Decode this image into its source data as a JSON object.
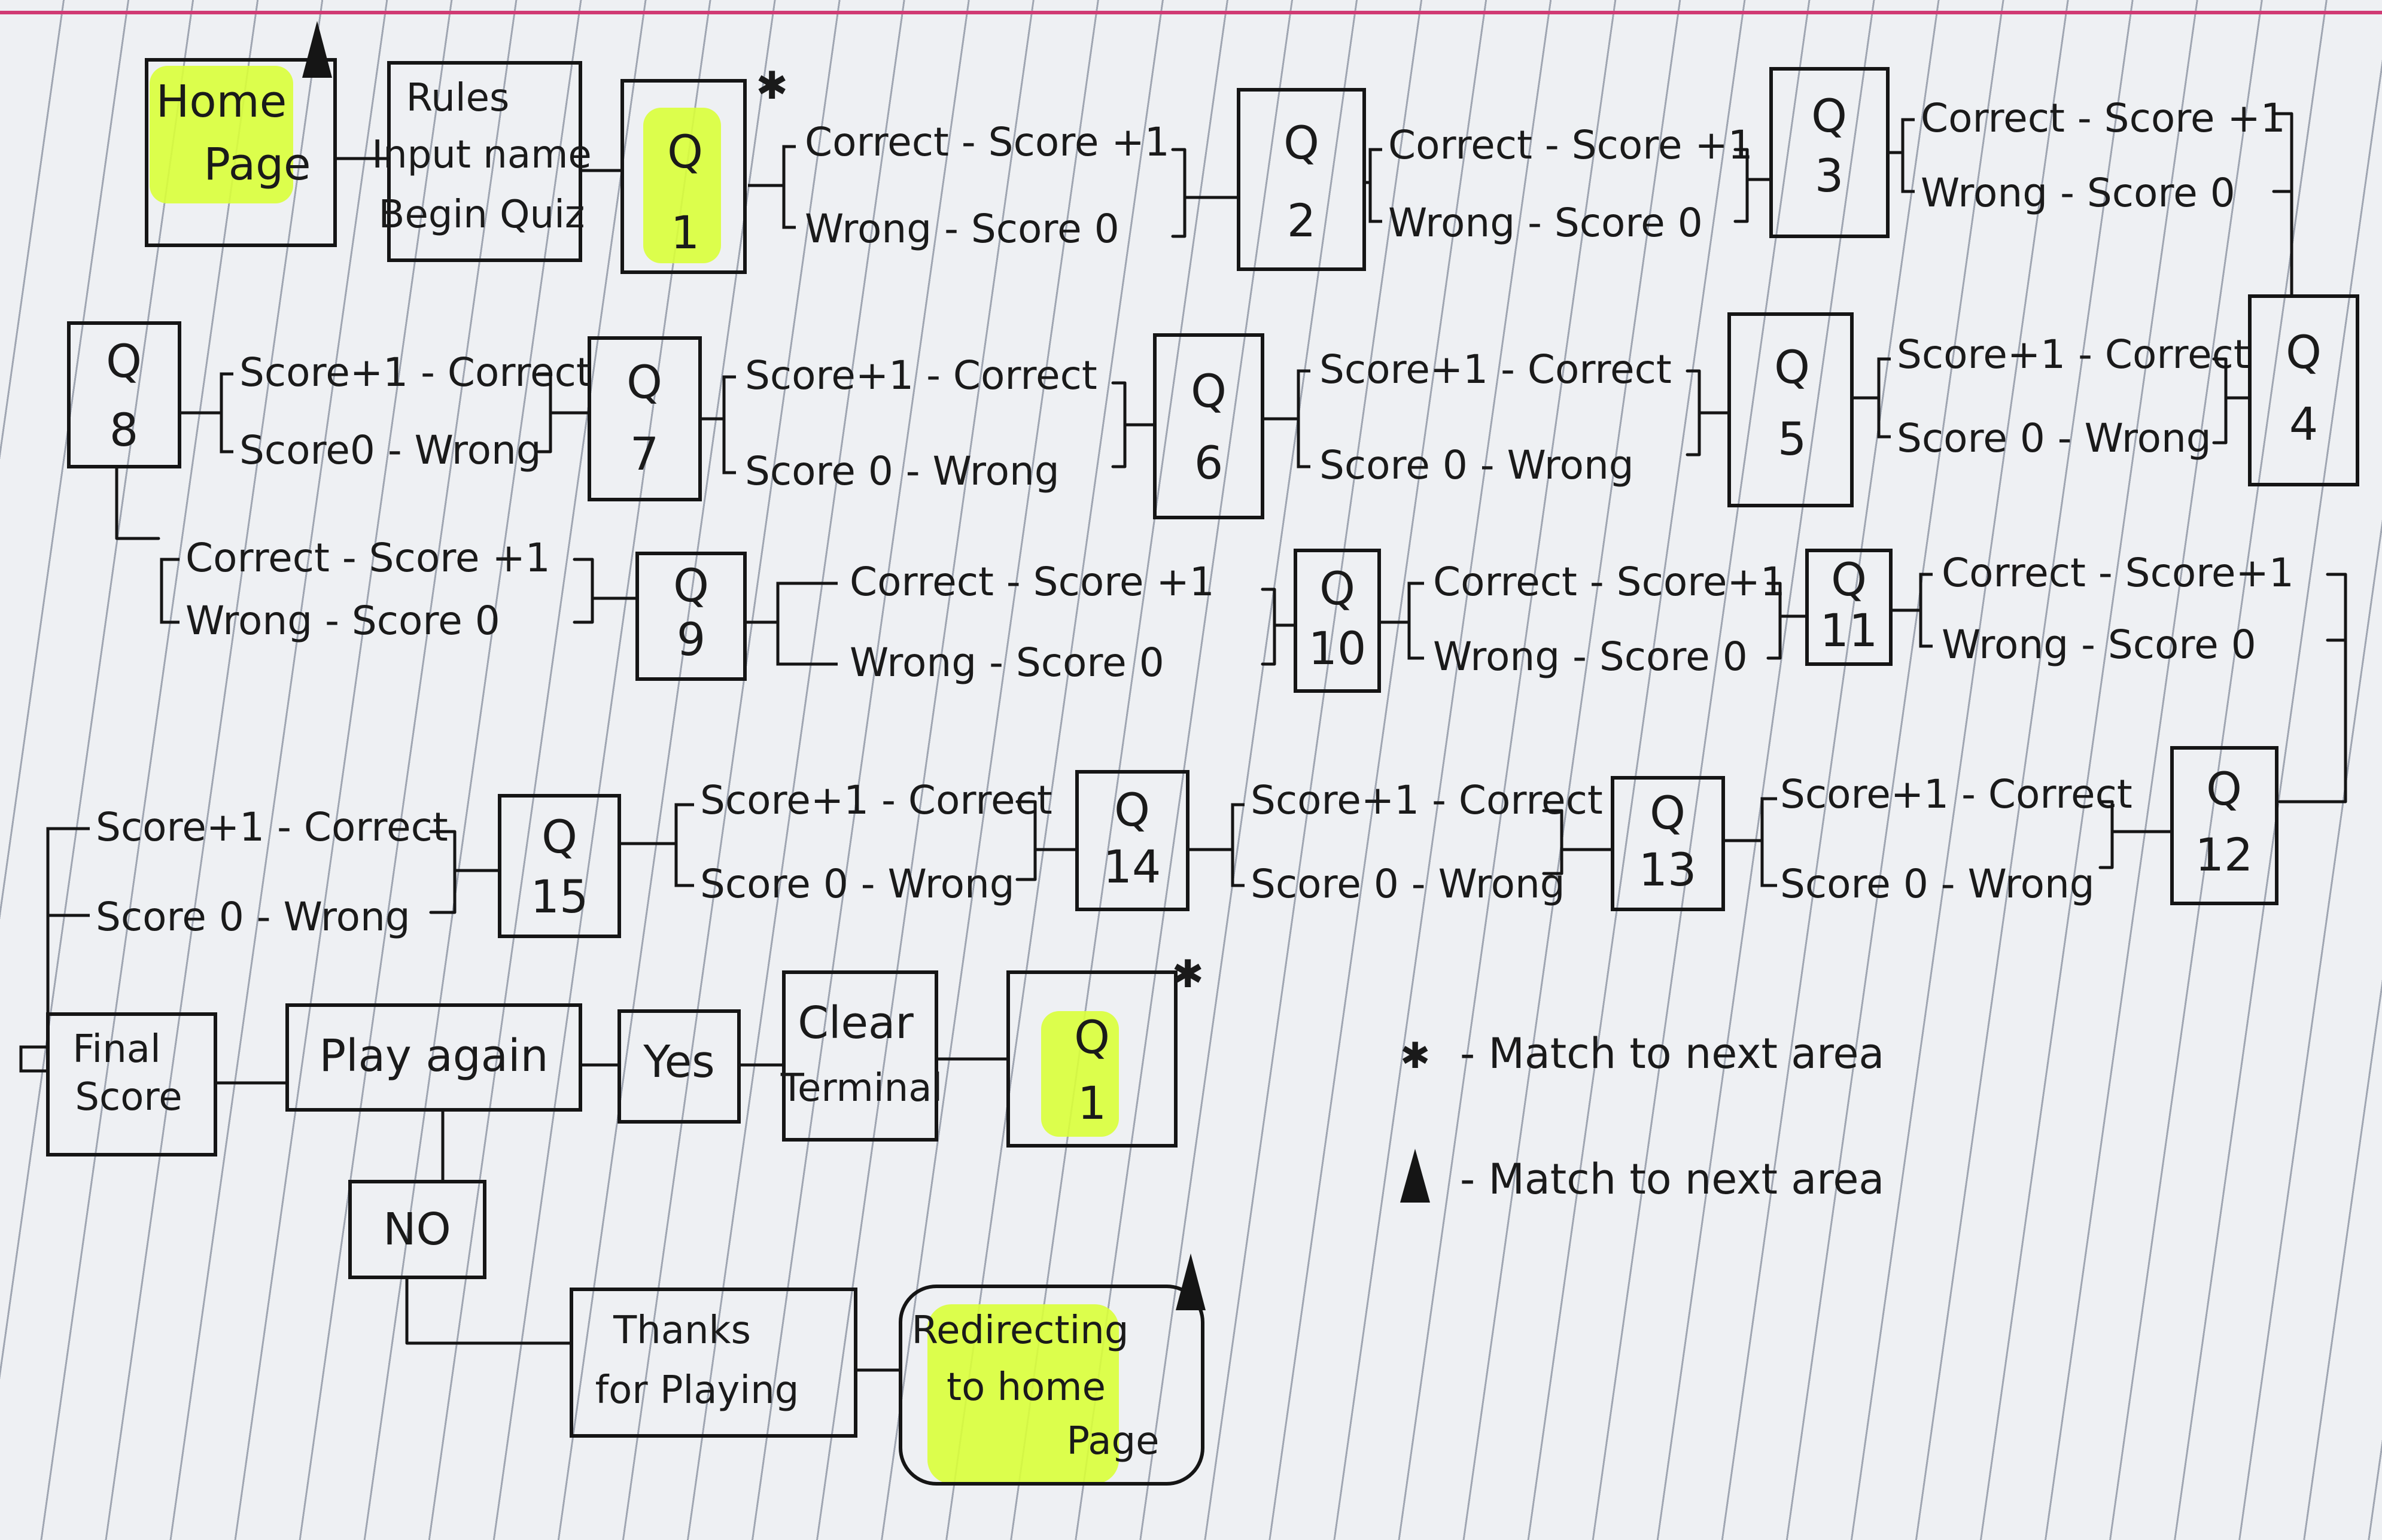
{
  "boxes": {
    "home": [
      "Home",
      "Page"
    ],
    "rules": [
      "Rules",
      "Input name",
      "Begin Quiz"
    ],
    "final": [
      "Final",
      "Score"
    ],
    "play": [
      "Play again"
    ],
    "yes": [
      "Yes"
    ],
    "clear": [
      "Clear",
      "Terminal"
    ],
    "no": [
      "NO"
    ],
    "thanks": [
      "Thanks",
      "for Playing"
    ],
    "redirect": [
      "Redirecting",
      "to home",
      "Page"
    ]
  },
  "questions": {
    "q1": [
      "Q",
      "1"
    ],
    "q2": [
      "Q",
      "2"
    ],
    "q3": [
      "Q",
      "3"
    ],
    "q4": [
      "Q",
      "4"
    ],
    "q5": [
      "Q",
      "5"
    ],
    "q6": [
      "Q",
      "6"
    ],
    "q7": [
      "Q",
      "7"
    ],
    "q8": [
      "Q",
      "8"
    ],
    "q9": [
      "Q",
      "9"
    ],
    "q10": [
      "Q",
      "10"
    ],
    "q11": [
      "Q",
      "11"
    ],
    "q12": [
      "Q",
      "12"
    ],
    "q13": [
      "Q",
      "13"
    ],
    "q14": [
      "Q",
      "14"
    ],
    "q15": [
      "Q",
      "15"
    ],
    "q1b": [
      "Q",
      "1"
    ]
  },
  "branches": {
    "b1": [
      "Correct - Score +1",
      "Wrong - Score 0"
    ],
    "b2": [
      "Correct - Score +1",
      "Wrong - Score 0"
    ],
    "b3": [
      "Correct - Score +1",
      "Wrong - Score 0"
    ],
    "b4": [
      "Score+1 - Correct",
      "Score 0 - Wrong"
    ],
    "b5": [
      "Score+1 - Correct",
      "Score 0 - Wrong"
    ],
    "b6": [
      "Score+1 - Correct",
      "Score 0 - Wrong"
    ],
    "b7": [
      "Score+1 - Correct",
      "Score0 - Wrong"
    ],
    "b8": [
      "Correct - Score +1",
      "Wrong - Score 0"
    ],
    "b9": [
      "Correct - Score +1",
      "Wrong - Score 0"
    ],
    "b10": [
      "Correct - Score+1",
      "Wrong - Score 0"
    ],
    "b11": [
      "Correct - Score+1",
      "Wrong - Score 0"
    ],
    "b12": [
      "Score+1 - Correct",
      "Score 0 - Wrong"
    ],
    "b13": [
      "Score+1 - Correct",
      "Score 0 - Wrong"
    ],
    "b14": [
      "Score+1 - Correct",
      "Score 0 - Wrong"
    ],
    "b15": [
      "Score+1 - Correct",
      "Score 0 - Wrong"
    ]
  },
  "markers": {
    "asterisk": "✱",
    "triangle": "▲"
  },
  "legend": {
    "asterisk": {
      "symbol": "✱",
      "text": "- Match to next area"
    },
    "triangle": {
      "symbol": "▲",
      "text": "- Match to next area"
    }
  },
  "colors": {
    "ink": "#151515",
    "highlight": "#d9ff3a",
    "margin_line": "#d03a73",
    "paper": "#eef0f3"
  }
}
